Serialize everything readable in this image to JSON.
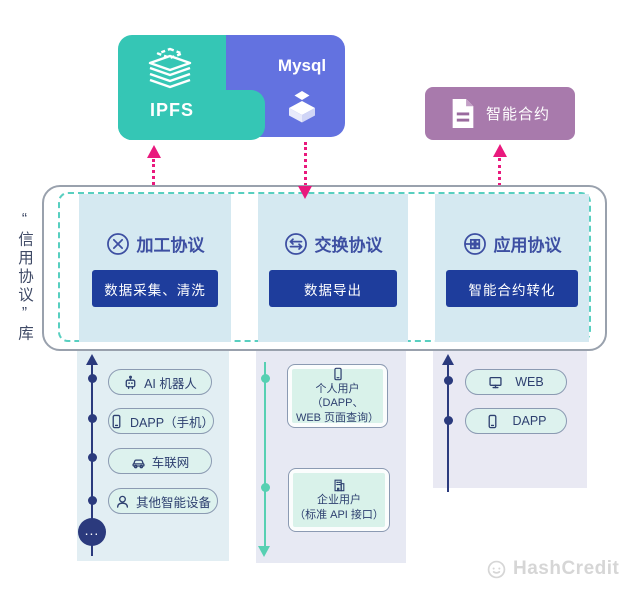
{
  "colors": {
    "teal": "#35c6b5",
    "blue": "#6372e0",
    "purple": "#a87aac",
    "magenta": "#e9197d",
    "navy_button": "#1e3d9c",
    "title_blue": "#3d4fa2",
    "item_navy": "#2e4070",
    "rail_navy": "#2b3a7d",
    "rail_teal": "#57d0b2"
  },
  "top": {
    "ipfs_label": "IPFS",
    "mysql_label": "Mysql",
    "smart_contract_label": "智能合约"
  },
  "library": {
    "side_label": "“信用协议”库",
    "columns": [
      {
        "title": "加工协议",
        "button": "数据采集、清洗"
      },
      {
        "title": "交换协议",
        "button": "数据导出"
      },
      {
        "title": "应用协议",
        "button": "智能合约转化"
      }
    ]
  },
  "left_list": {
    "items": [
      {
        "label": "AI 机器人"
      },
      {
        "label": "DAPP（手机）"
      },
      {
        "label": "车联网"
      },
      {
        "label": "其他智能设备"
      }
    ],
    "more": "..."
  },
  "middle_list": {
    "items": [
      {
        "line1": "个人用户（DAPP、",
        "line2": "WEB 页面查询）"
      },
      {
        "line1": "企业用户",
        "line2": "（标准 API 接口）"
      }
    ]
  },
  "right_list": {
    "items": [
      {
        "label": "WEB"
      },
      {
        "label": "DAPP"
      }
    ]
  },
  "footer": {
    "brand": "HashCredit"
  }
}
